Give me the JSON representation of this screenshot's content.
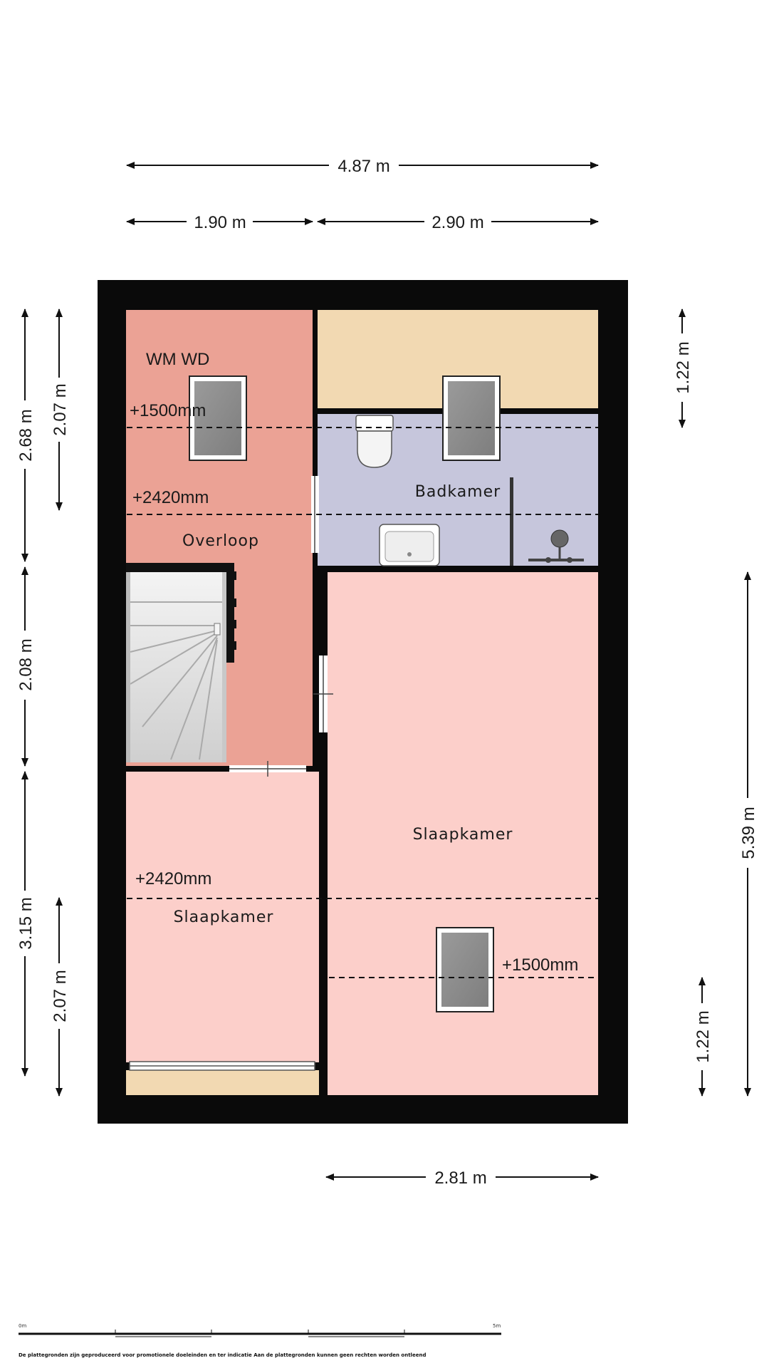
{
  "dimensions": {
    "top_total": "4.87 m",
    "top_left": "1.90 m",
    "top_right": "2.90 m",
    "left_outer_1": "2.68 m",
    "left_outer_2": "2.08 m",
    "left_outer_3": "3.15 m",
    "left_inner_1": "2.07 m",
    "left_inner_2": "2.07 m",
    "right_top": "1.22 m",
    "right_long": "5.39 m",
    "right_bottom": "1.22 m",
    "bottom": "2.81 m"
  },
  "rooms": {
    "appliances": "WM WD",
    "landing": "Overloop",
    "bathroom": "Badkamer",
    "bedroom_large": "Slaapkamer",
    "bedroom_small": "Slaapkamer"
  },
  "heights": {
    "landing_low": "+1500mm",
    "landing_high": "+2420mm",
    "bedroom_small_high": "+2420mm",
    "bedroom_large_low": "+1500mm"
  },
  "scale": {
    "start": "0m",
    "end": "5m"
  },
  "footer_note": "De plattegronden zijn geproduceerd voor promotionele doeleinden en ter indicatie Aan de plattegronden kunnen geen rechten worden ontleend",
  "colors": {
    "wall": "#0a0a0a",
    "landing": "#eba295",
    "bedroom": "#fccfca",
    "bathroom": "#c6c6dc",
    "storage": "#f2d9b2",
    "skylight": "#8c8c8c"
  }
}
